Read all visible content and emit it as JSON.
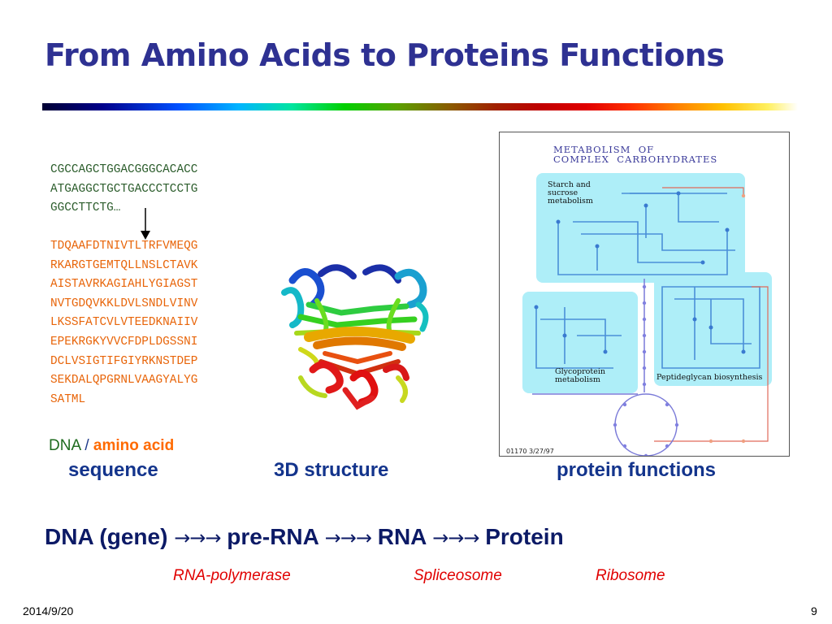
{
  "slide": {
    "title": "From Amino Acids to Proteins Functions",
    "date": "2014/9/20",
    "page_number": "9"
  },
  "sequence_panel": {
    "dna_lines": "CGCCAGCTGGACGGGCACACC\nATGAGGCTGCTGACCCTCCTG\nGGCCTTCTG…",
    "aa_lines": "TDQAAFDTNIVTLTRFVMEQG\nRKARGTGEMTQLLNSLCTAVK\nAISTAVRKAGIAHLYGIAGST\nNVTGDQVKKLDVLSNDLVINV\nLKSSFATCVLVTEEDKNAIIV\nEPEKRGKYVVCFDPLDGSSNI\nDCLVSIGTIFGIYRKNSTDEP\nSEKDALQPGRNLVAAGYALYG\nSATML",
    "legend_dna": "DNA",
    "legend_slash": " / ",
    "legend_aa": "amino acid",
    "caption": "sequence"
  },
  "structure_panel": {
    "caption": "3D structure"
  },
  "function_panel": {
    "caption": "protein functions",
    "map_title": "METABOLISM  OF\nCOMPLEX  CARBOHYDRATES",
    "label_starch": "Starch and\nsucrose\nmetabolism",
    "label_glyco": "Glycoprotein\nmetabolism",
    "label_pepti": "Peptideglycan biosynthesis",
    "map_id": "01170   3/27/97"
  },
  "central_dogma": {
    "dna": "DNA (gene)",
    "arrows": "→→→",
    "pre_rna": "pre-RNA",
    "rna": "RNA",
    "protein": "Protein",
    "enzyme_1": "RNA-polymerase",
    "enzyme_2": "Spliceosome",
    "enzyme_3": "Ribosome"
  },
  "colors": {
    "title": "#2e3192",
    "caption": "#13348c",
    "dna_text": "#2c5d2c",
    "aa_text": "#e8650a",
    "enzyme": "#e00000"
  }
}
